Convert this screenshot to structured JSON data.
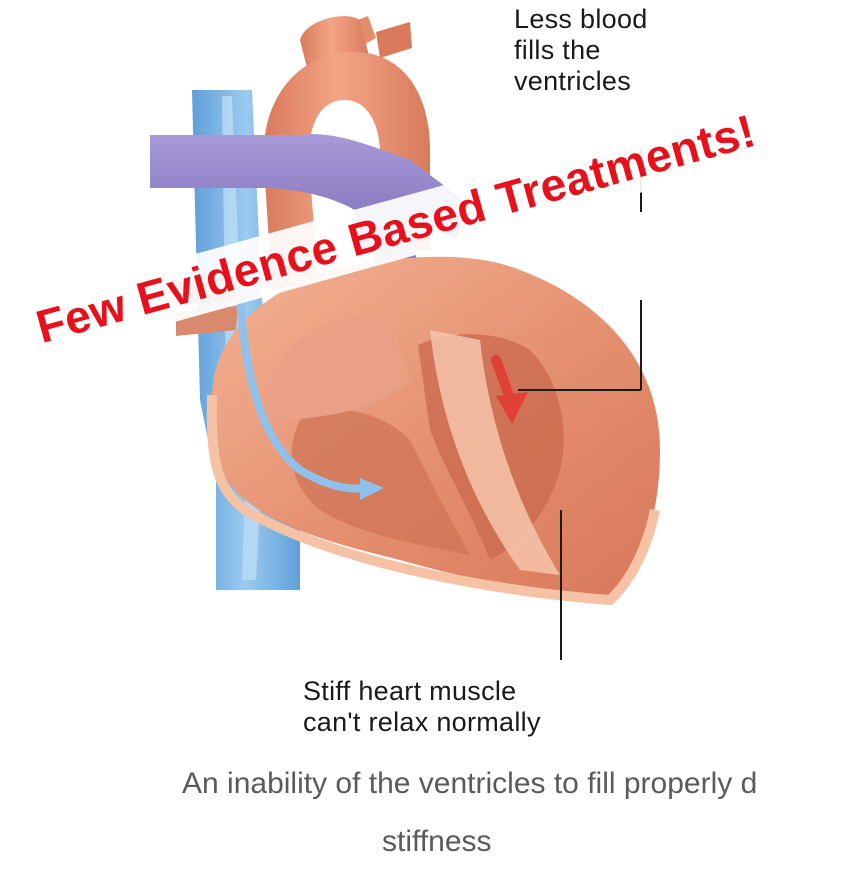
{
  "callouts": {
    "top": [
      "Less blood",
      "fills the",
      "ventricles"
    ],
    "bottom": [
      "Stiff heart muscle",
      "can't relax normally"
    ]
  },
  "banner": "Few Evidence Based Treatments!",
  "caption": {
    "line1": "An inability of the ventricles to fill properly d",
    "line2": "stiffness"
  },
  "colors": {
    "heart_muscle": "#e89373",
    "heart_light": "#f6c2a6",
    "vessel_blue": "#7fb6e6",
    "vessel_purple": "#8c7fc4",
    "banner_red": "#e8101b",
    "caption_gray": "#5a5a5a"
  }
}
